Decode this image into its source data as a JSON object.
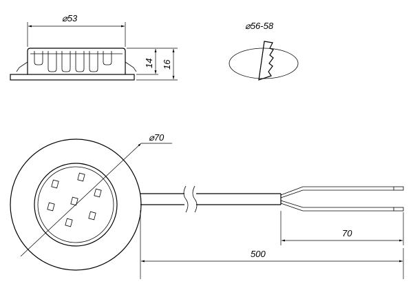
{
  "dimensions": {
    "side_diameter": "53",
    "height_inner": "14",
    "height_outer": "16",
    "cutout_diameter": "56-58",
    "top_diameter": "70",
    "cable_length": "500",
    "wire_strip_length": "70"
  },
  "symbols": {
    "diameter": "⌀"
  }
}
